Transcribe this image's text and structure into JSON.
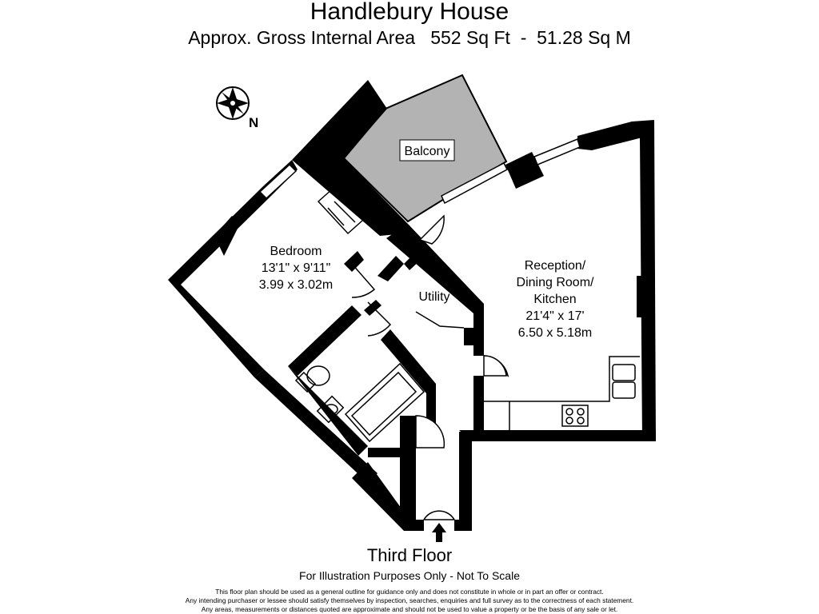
{
  "header": {
    "title": "Handlebury House",
    "area": "Approx. Gross Internal Area   552 Sq Ft  -  51.28 Sq M"
  },
  "compass": {
    "label": "N",
    "icon": "compass-rose-icon"
  },
  "rooms": {
    "balcony": {
      "name": "Balcony"
    },
    "bedroom": {
      "name": "Bedroom",
      "imperial": "13'1\" x 9'11\"",
      "metric": "3.99 x 3.02m"
    },
    "utility": {
      "name": "Utility"
    },
    "reception": {
      "line1": "Reception/",
      "line2": "Dining Room/",
      "line3": "Kitchen",
      "imperial": "21'4\" x 17'",
      "metric": "6.50 x 5.18m"
    }
  },
  "footer": {
    "floor": "Third Floor",
    "scale_note": "For Illustration Purposes Only - Not To Scale",
    "disclaimer": [
      "This floor plan should be used as a general outline for guidance only and does not constitute in whole or in part an offer or contract.",
      "Any intending purchaser or lessee should satisfy themselves by inspection, searches, enquiries and full survey as to the correctness of each statement.",
      "Any areas, measurements or distances quoted are approximate and should not be used to value a property or be the basis of any sale or let."
    ]
  },
  "colors": {
    "wall": "#000000",
    "balcony_fill": "#b3b3b3",
    "background": "#ffffff"
  }
}
